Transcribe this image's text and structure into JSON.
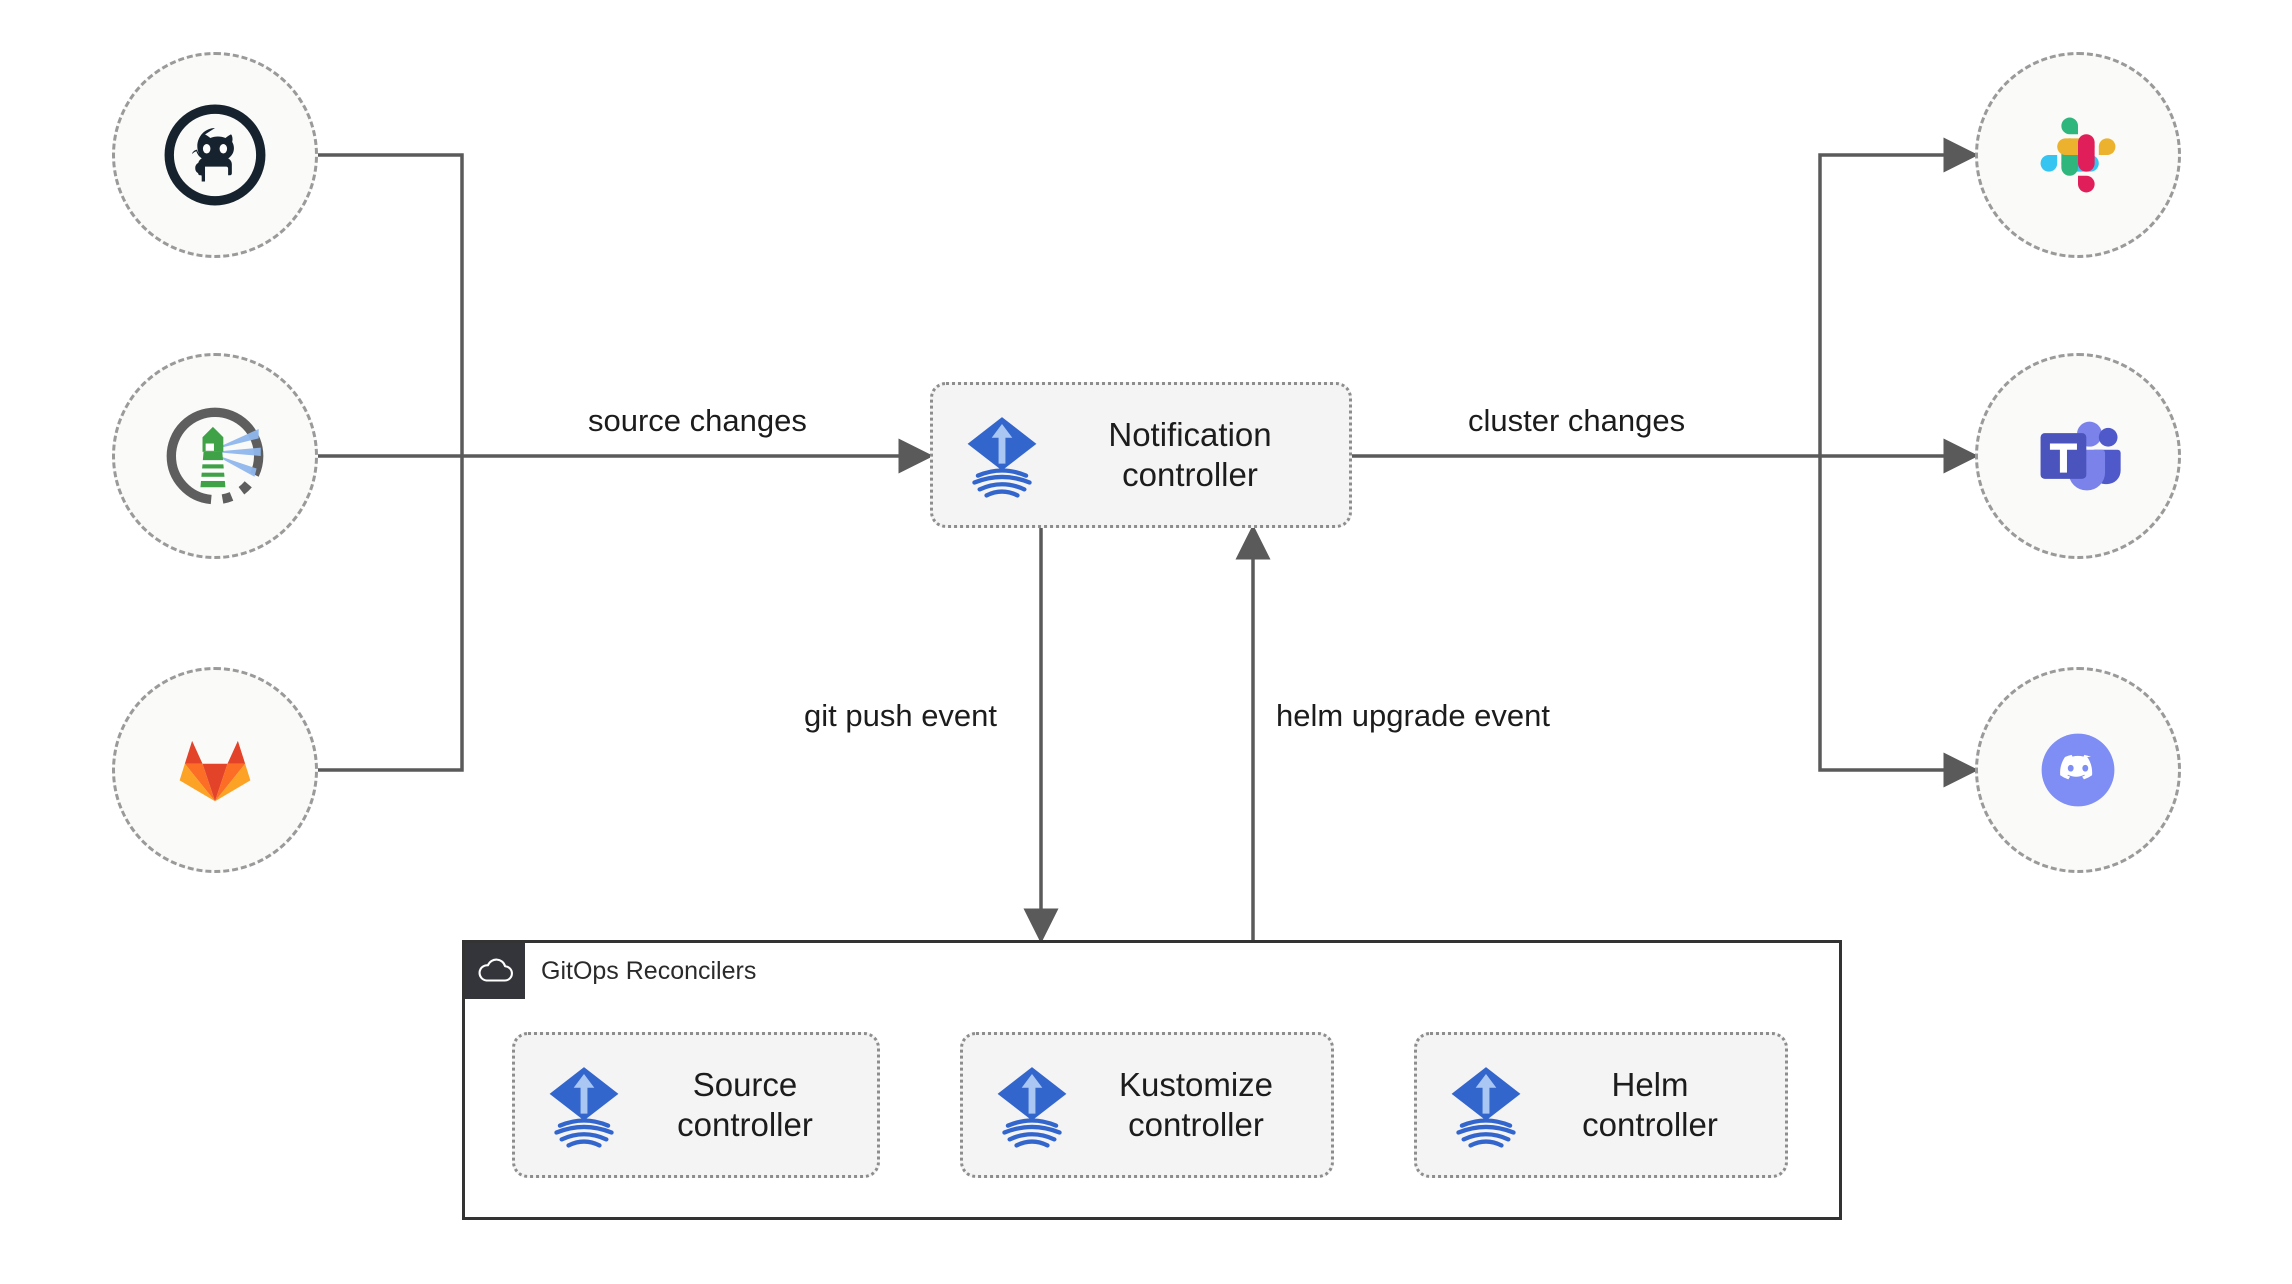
{
  "diagram": {
    "title": "Flux notification controller architecture",
    "background": "#ffffff",
    "wire_color": "#5a5a5a",
    "node_border_color": "#9a9a9a",
    "node_fill": "#fafaf8",
    "box_fill": "#f4f4f4",
    "box_border_color": "#8d8d8d",
    "container_border_color": "#333333",
    "badge_color": "#33353a",
    "flux_blue": "#3366cc",
    "flux_arrow_blue": "#a9c7f2"
  },
  "sources": [
    {
      "id": "github",
      "label": "github-logo",
      "icon": "github-icon"
    },
    {
      "id": "lighthouse",
      "label": "lighthouse-logo",
      "icon": "lighthouse-icon"
    },
    {
      "id": "gitlab",
      "label": "gitlab-logo",
      "icon": "gitlab-icon"
    }
  ],
  "targets": [
    {
      "id": "slack",
      "label": "slack-logo",
      "icon": "slack-icon"
    },
    {
      "id": "teams",
      "label": "teams-logo",
      "icon": "teams-icon"
    },
    {
      "id": "discord",
      "label": "discord-logo",
      "icon": "discord-icon"
    }
  ],
  "notification": {
    "label": "Notification\ncontroller",
    "icon": "flux-icon"
  },
  "container": {
    "title": "GitOps Reconcilers",
    "icon": "cloud-icon",
    "controllers": [
      {
        "id": "source",
        "label": "Source\ncontroller",
        "icon": "flux-icon"
      },
      {
        "id": "kustomize",
        "label": "Kustomize\ncontroller",
        "icon": "flux-icon"
      },
      {
        "id": "helm",
        "label": "Helm\ncontroller",
        "icon": "flux-icon"
      }
    ]
  },
  "edges": [
    {
      "id": "source-changes",
      "label": "source changes"
    },
    {
      "id": "cluster-changes",
      "label": "cluster changes"
    },
    {
      "id": "git-push-event",
      "label": "git push event"
    },
    {
      "id": "helm-upgrade-event",
      "label": "helm upgrade event"
    }
  ]
}
